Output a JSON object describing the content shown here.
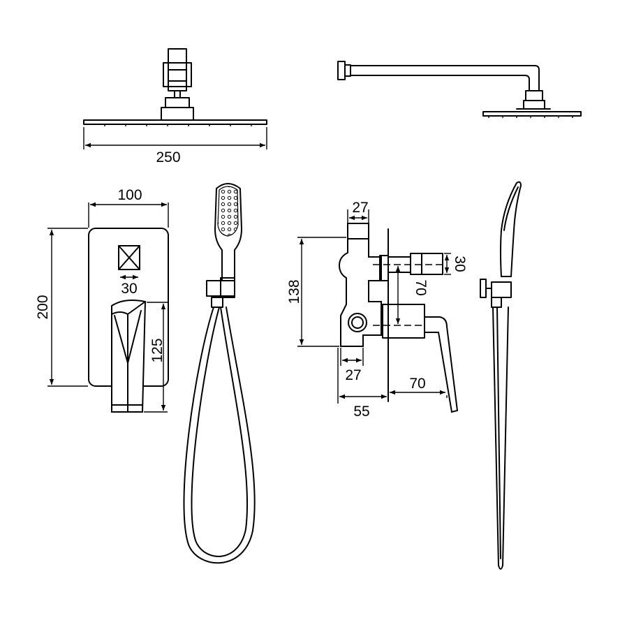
{
  "dimensions": {
    "showerhead_width": "250",
    "panel_width": "100",
    "panel_height": "200",
    "handle_square": "30",
    "spout_height": "125",
    "valve_top_offset": "27",
    "valve_bottom_offset": "27",
    "valve_height": "138",
    "outlet_height": "30",
    "outlet_spacing": "70",
    "valve_depth": "55",
    "lever_projection": "70"
  }
}
